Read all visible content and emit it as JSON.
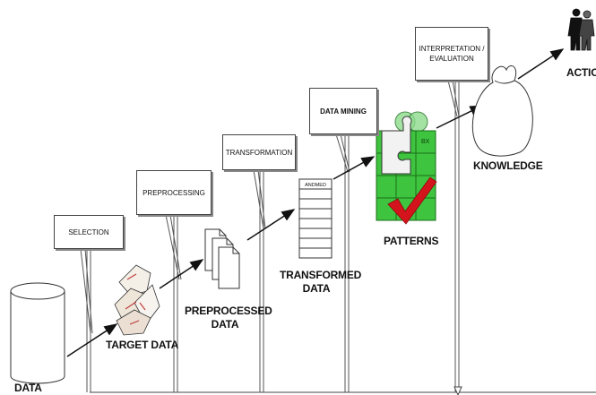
{
  "steps": [
    {
      "label": "SELECTION"
    },
    {
      "label": "PREPROCESSING"
    },
    {
      "label": "TRANSFORMATION"
    },
    {
      "label": "DATA MINING"
    },
    {
      "label_line1": "INTERPRETATION /",
      "label_line2": "EVALUATION"
    }
  ],
  "stages": {
    "data": "DATA",
    "target_data": "TARGET DATA",
    "preprocessed_line1": "PREPROCESSED",
    "preprocessed_line2": "DATA",
    "transformed_line1": "TRANSFORMED",
    "transformed_line2": "DATA",
    "transformed_table_header": "ANDMED",
    "patterns": "PATTERNS",
    "knowledge": "KNOWLEDGE",
    "action": "ACTION"
  },
  "colors": {
    "puzzle_green": "#3ec43e",
    "checkmark_red": "#d4141c",
    "stroke": "#222222"
  },
  "icons": [
    "database-cylinder-icon",
    "paper-stack-icon",
    "documents-icon",
    "table-icon",
    "puzzle-icon",
    "checkmark-icon",
    "money-bag-icon",
    "people-icon"
  ]
}
